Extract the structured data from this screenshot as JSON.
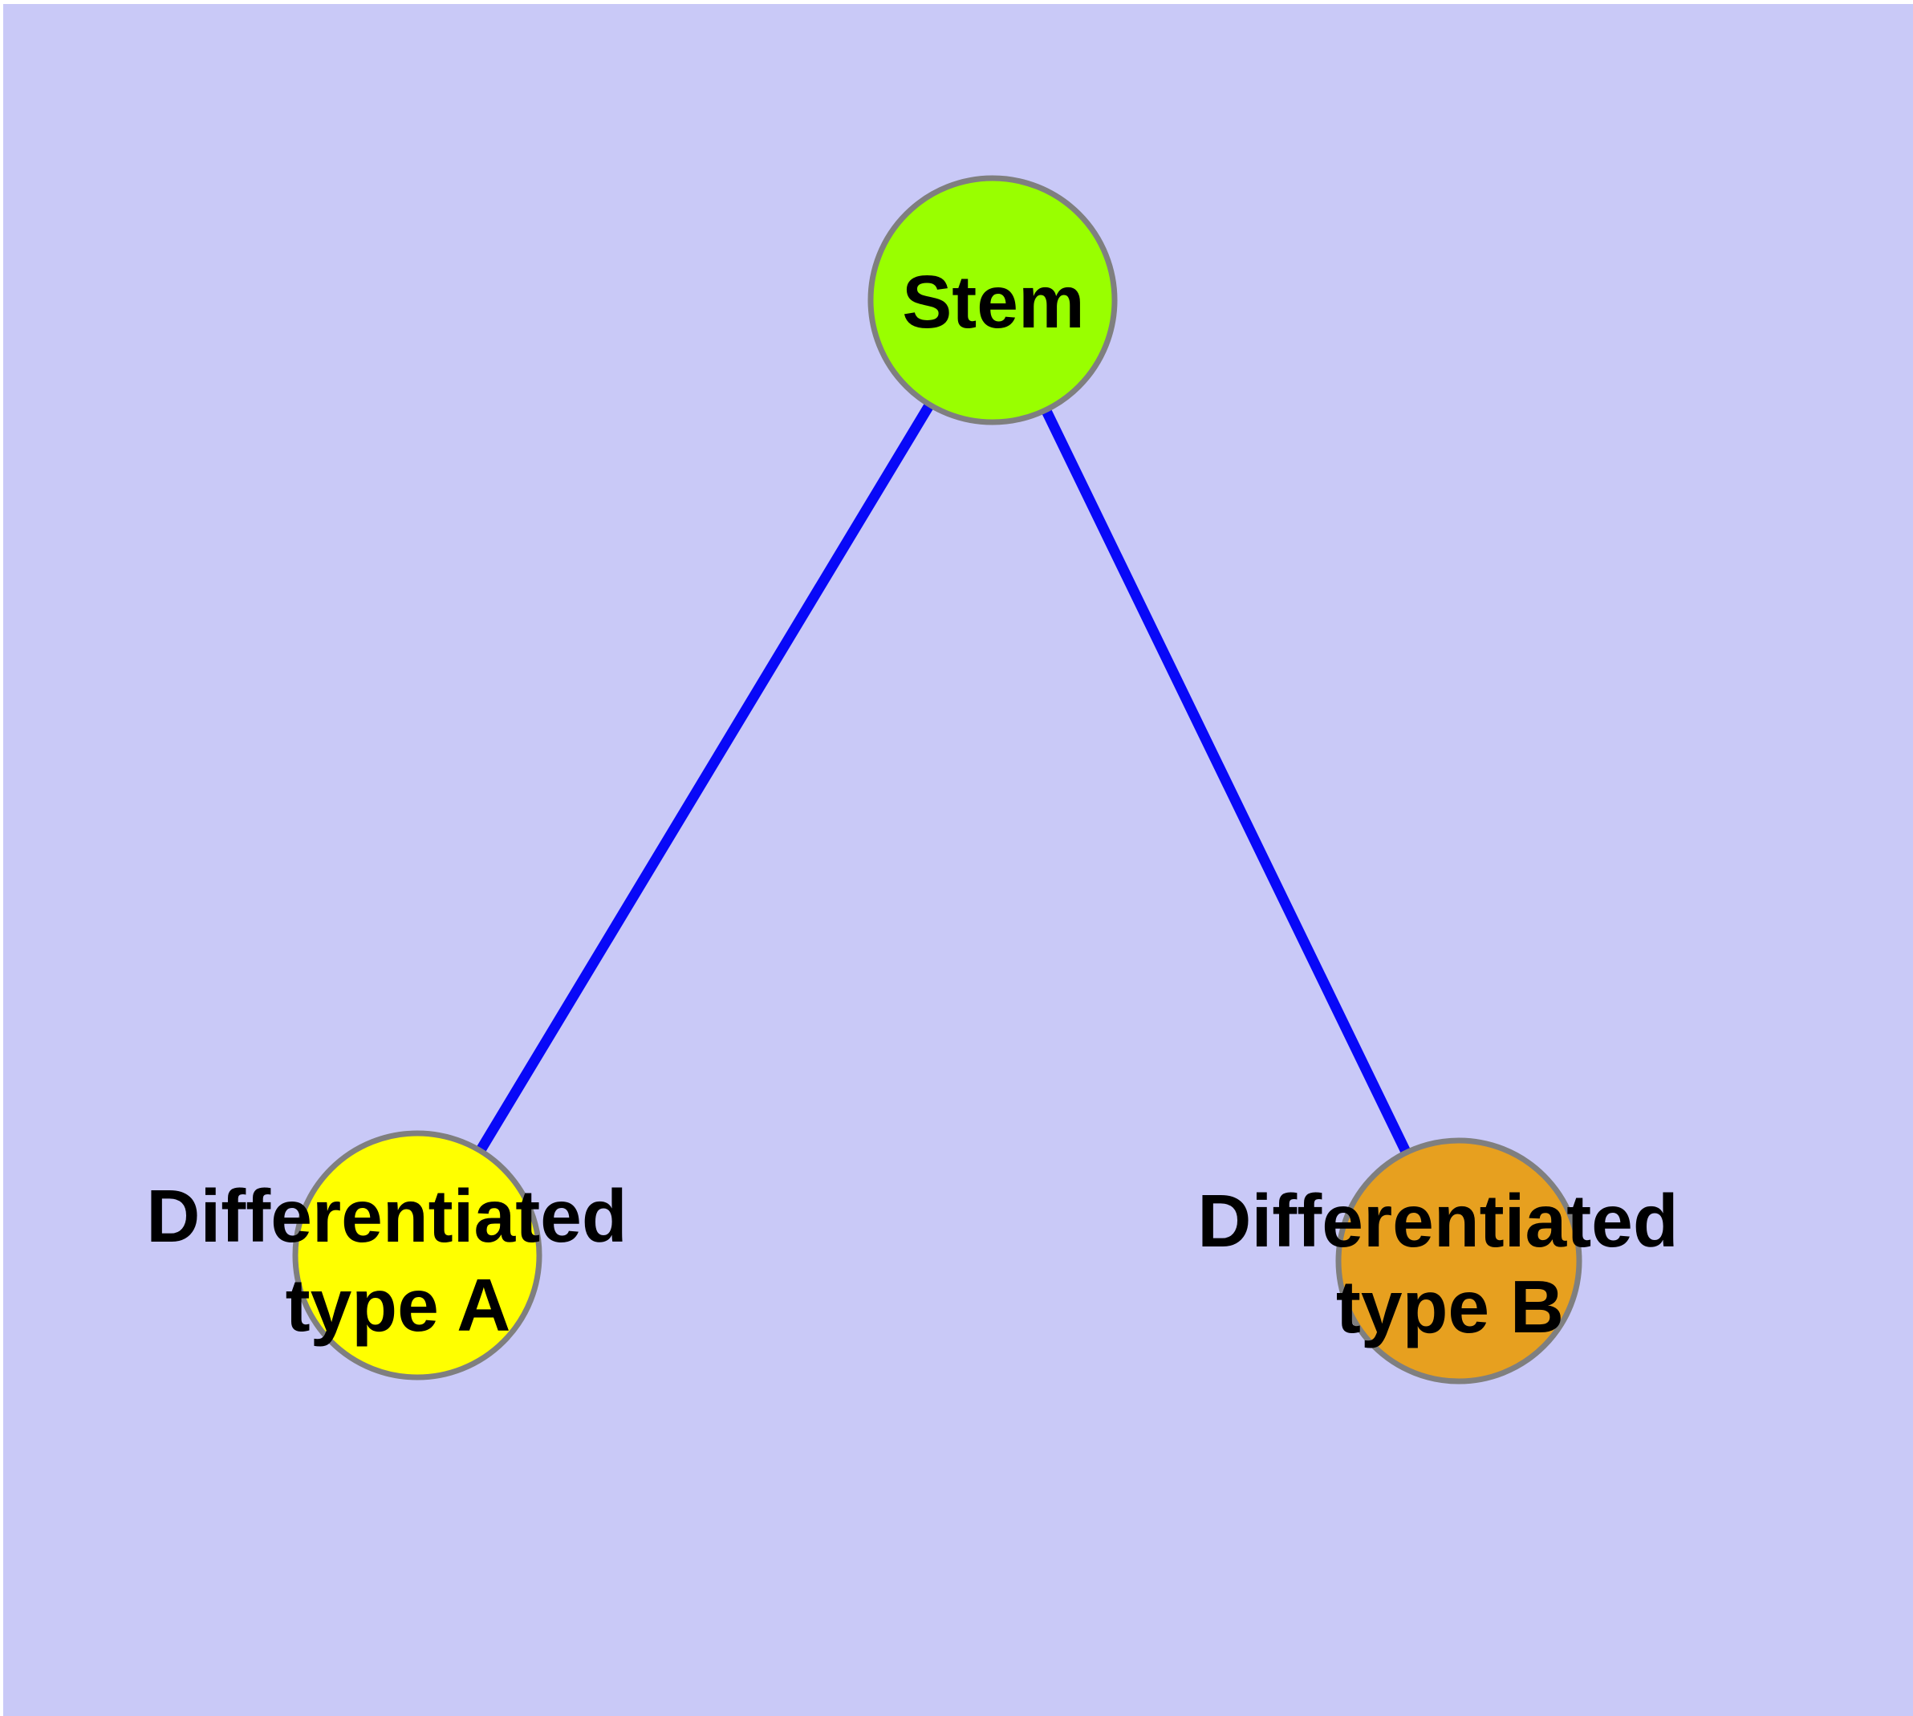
{
  "diagram": {
    "background_color": "#C9C9F7",
    "margin_color": "#FFFFFF",
    "edge_color": "#0808F8",
    "node_border_color": "#7F7F7F",
    "label_color": "#000000",
    "nodes": {
      "stem": {
        "label": "Stem",
        "fill": "#99FF00"
      },
      "type_a": {
        "label_line1": "Differentiated",
        "label_line2": "type A",
        "fill": "#FFFF00"
      },
      "type_b": {
        "label_line1": "Differentiated",
        "label_line2": "type B",
        "fill": "#E7A01F"
      }
    },
    "edges": [
      {
        "from": "Stem",
        "to": "Differentiated type A"
      },
      {
        "from": "Stem",
        "to": "Differentiated type B"
      }
    ]
  }
}
